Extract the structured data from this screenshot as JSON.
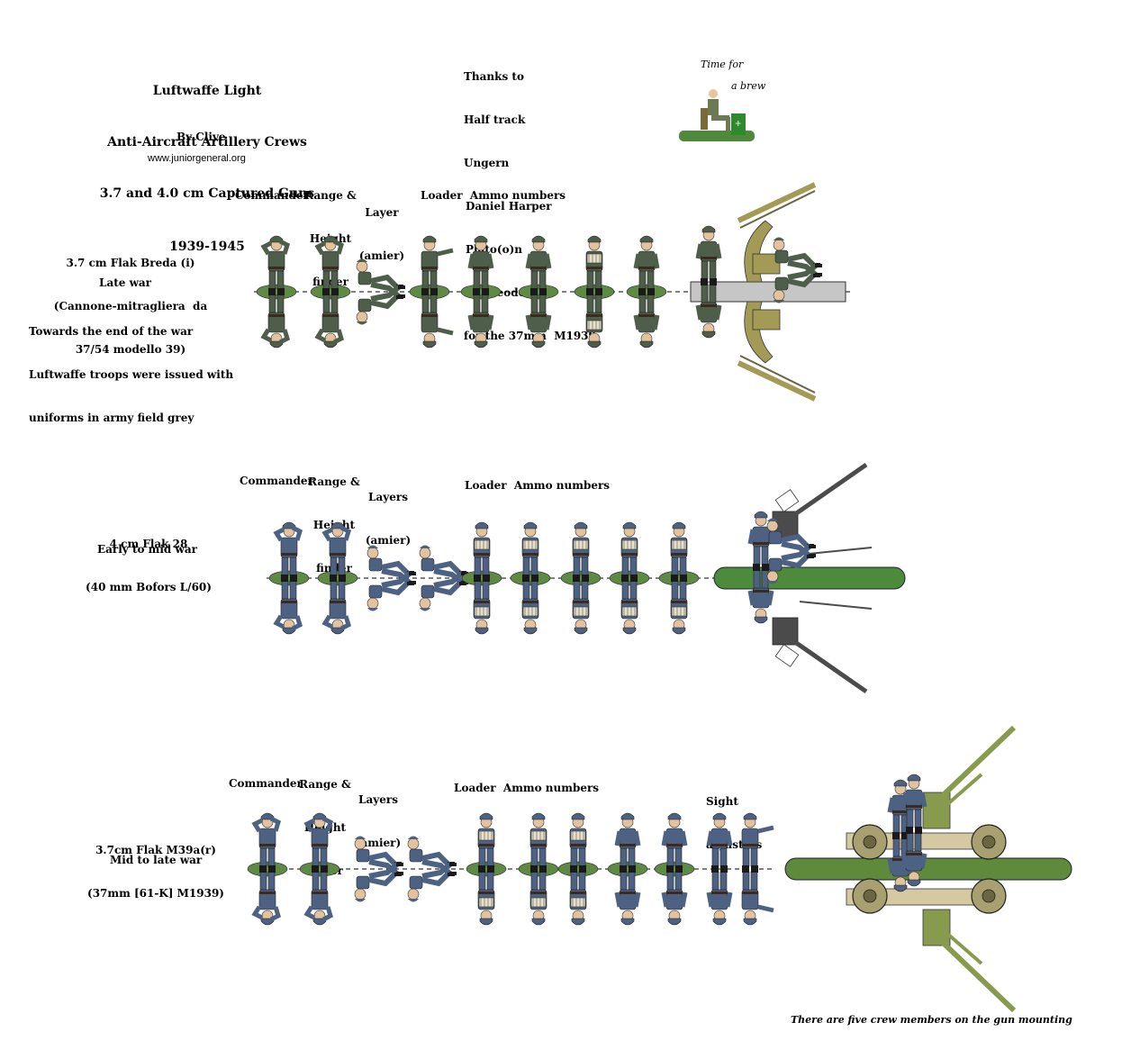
{
  "header": {
    "title_lines": [
      "Luftwaffe Light",
      "Anti-Aircraft Artillery Crews",
      "3.7 and 4.0 cm Captured Guns",
      "1939-1945"
    ],
    "author": "By Clive",
    "website": "www.juniorgeneral.org"
  },
  "thanks": {
    "lines": [
      "Thanks to",
      "Half track",
      "Ungern",
      "Daniel Harper",
      "Plato(o)n",
      "and Teodor",
      "for the 37mm  M1939"
    ]
  },
  "brew_caption": {
    "line1": "Time for",
    "line2": "a brew"
  },
  "sections": [
    {
      "name_lines": [
        "3.7 cm Flak Breda (i)",
        "(Cannone-mitragliera  da",
        "37/54 modello 39)"
      ],
      "period": "Late war",
      "note_lines": [
        "Towards the end of the war",
        "Luftwaffe troops were issued with",
        "uniforms in army field grey"
      ],
      "roles": {
        "commander": "Commander",
        "range_finder": [
          "Range &",
          "Height",
          "finder"
        ],
        "layer": [
          "Layer",
          "(amier)"
        ],
        "loader_ammo": "Loader  Ammo numbers"
      },
      "uniform_color": "#4e5e4a",
      "gun_color": "#a39a55"
    },
    {
      "name_lines": [
        "4 cm Flak 28",
        "(40 mm Bofors L/60)"
      ],
      "period": "Early to mid war",
      "roles": {
        "commander": "Commander",
        "range_finder": [
          "Range &",
          "Height",
          "finder"
        ],
        "layer": [
          "Layers",
          "(amier)"
        ],
        "loader_ammo": "Loader  Ammo numbers"
      },
      "uniform_color": "#4d6283",
      "gun_color": "#4e8a3c"
    },
    {
      "name_lines": [
        "3.7cm Flak M39a(r)",
        "(37mm [61-K] M1939)"
      ],
      "period": "Mid to late war",
      "roles": {
        "commander": "Commander",
        "range_finder": [
          "Range &",
          "Height",
          "finder"
        ],
        "layer": [
          "Layers",
          "(amier)"
        ],
        "loader_ammo": "Loader  Ammo numbers",
        "sight": [
          "Sight",
          "adjusters"
        ]
      },
      "uniform_color": "#4d6283",
      "gun_color": "#889a4e"
    }
  ],
  "footer_note": "There are five crew members on the gun mounting",
  "colors": {
    "base_green": "#5f8a43",
    "field_grey": "#4e5e4a",
    "luftwaffe_blue": "#4d6283",
    "gun_olive": "#a39a55"
  }
}
